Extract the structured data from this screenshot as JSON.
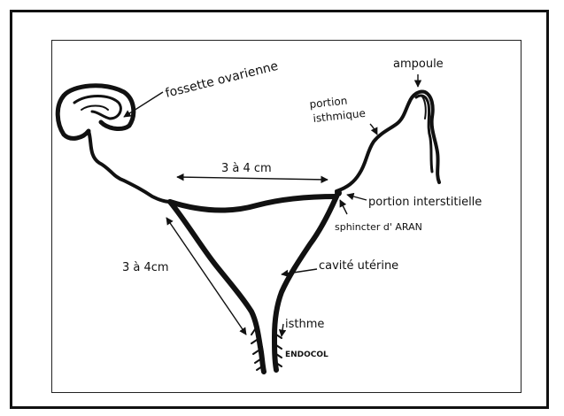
{
  "figure": {
    "labels": {
      "fossette": "fossette ovarienne",
      "ampoule": "ampoule",
      "portion_isthmique_1": "portion",
      "portion_isthmique_2": "isthmique",
      "width_measure": "3 à 4 cm",
      "portion_interstitielle": "portion interstitielle",
      "sphincter": "sphincter d' ARAN",
      "height_measure": "3 à 4cm",
      "cavite": "cavité utérine",
      "isthme": "isthme",
      "endocol": "ENDOCOL"
    },
    "colors": {
      "ink": "#111111",
      "frame": "#111111",
      "background": "#ffffff"
    }
  }
}
